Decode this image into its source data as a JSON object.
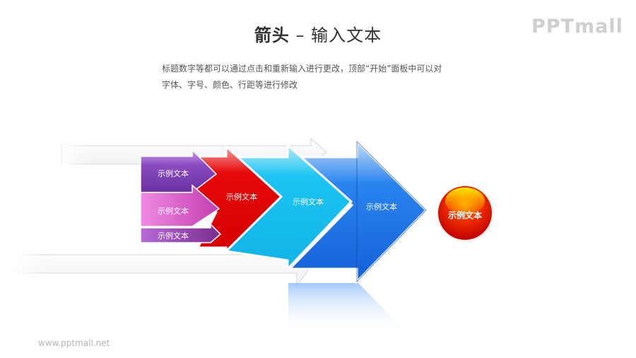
{
  "header": {
    "title_bold": "箭头",
    "title_sep": " – ",
    "title_rest": "输入文本",
    "logo": "PPTmall"
  },
  "description": {
    "line1": "标题数字等都可以通过点击和重新输入进行更改，顶部“开始”面板中可以对",
    "line2": "字体、字号、颜色、行距等进行修改"
  },
  "diagram": {
    "small_arrows": [
      {
        "label": "示例文本",
        "color": "#7b3fb0"
      },
      {
        "label": "示例文本",
        "color": "#d94fc0"
      },
      {
        "label": "示例文本",
        "color": "#8a3fa0"
      }
    ],
    "large_arrows": [
      {
        "label": "示例文本",
        "color": "#e00000"
      },
      {
        "label": "示例文本",
        "color": "#19c2f0"
      },
      {
        "label": "示例文本",
        "color": "#1f74e8"
      }
    ],
    "result_circle": {
      "label": "示例文本",
      "color_top": "#ffd800",
      "color_bottom": "#d40000"
    }
  },
  "footer": {
    "url": "www.pptmall.net"
  }
}
